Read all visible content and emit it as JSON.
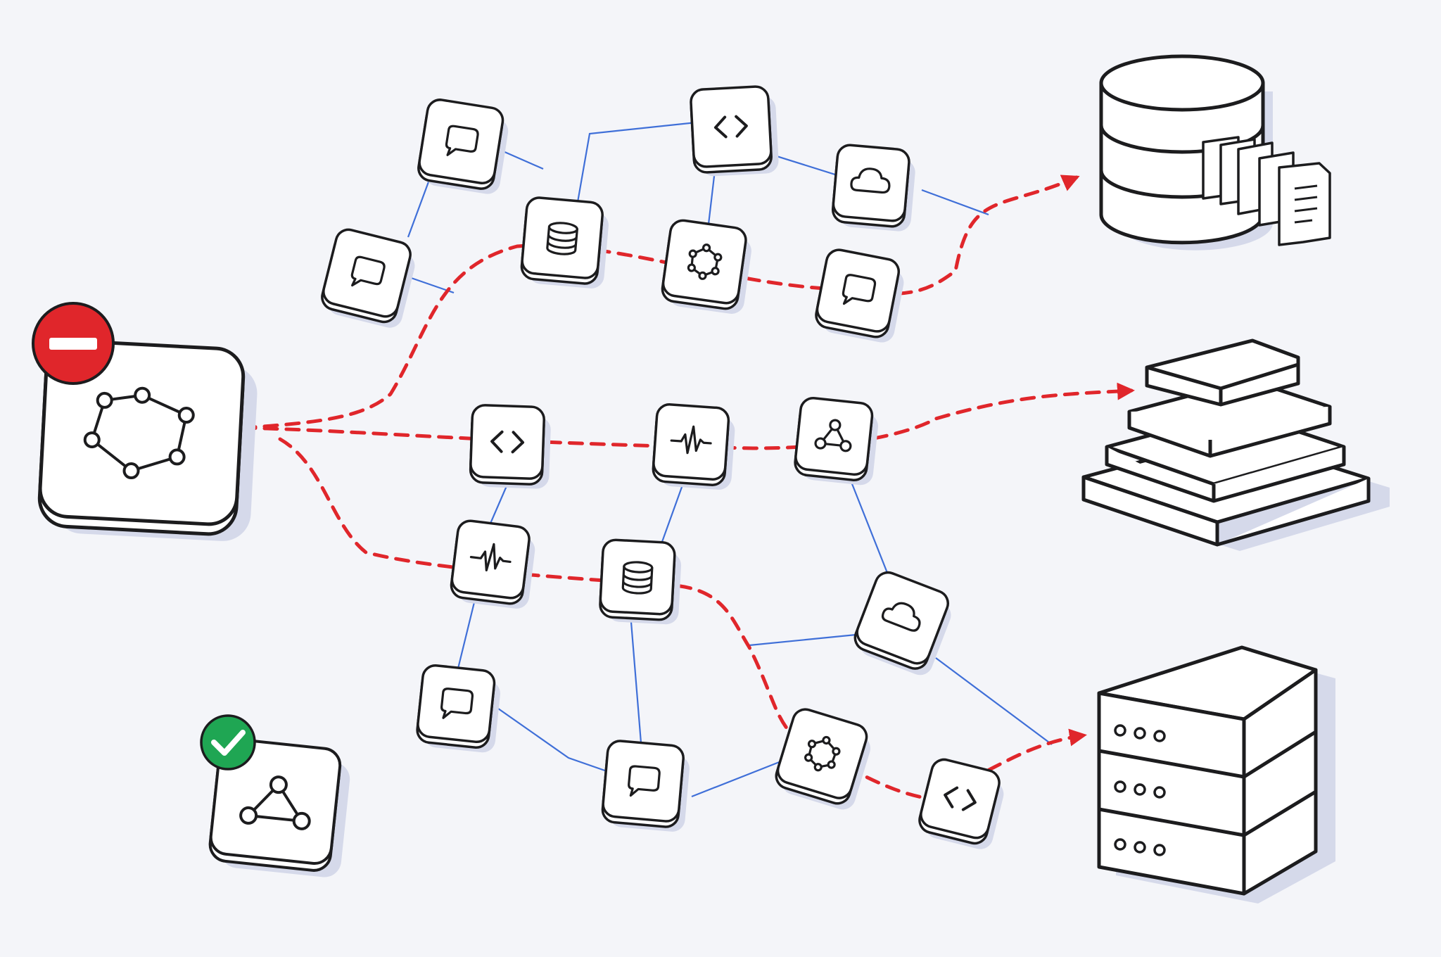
{
  "colors": {
    "background": "#f4f5f9",
    "tile_fill": "#ffffff",
    "outline": "#1c1c1e",
    "shadow": "#d5d9ea",
    "network_link": "#3f6fd8",
    "failure_path": "#e0262b",
    "error_badge": "#e0262b",
    "success_badge": "#1fa653"
  },
  "source_node": {
    "icon": "graph-icon",
    "status": "blocked",
    "badge_icon": "minus-icon"
  },
  "healthy_node": {
    "icon": "triangle-graph-icon",
    "status": "ok",
    "badge_icon": "check-icon"
  },
  "relay_nodes": [
    {
      "icon": "chat-icon"
    },
    {
      "icon": "chat-icon"
    },
    {
      "icon": "code-icon"
    },
    {
      "icon": "cloud-icon"
    },
    {
      "icon": "database-icon"
    },
    {
      "icon": "graph-icon"
    },
    {
      "icon": "chat-icon"
    },
    {
      "icon": "code-icon"
    },
    {
      "icon": "pulse-icon"
    },
    {
      "icon": "triangle-graph-icon"
    },
    {
      "icon": "pulse-icon"
    },
    {
      "icon": "database-icon"
    },
    {
      "icon": "cloud-icon"
    },
    {
      "icon": "chat-icon"
    },
    {
      "icon": "chat-icon"
    },
    {
      "icon": "graph-icon"
    },
    {
      "icon": "code-icon"
    }
  ],
  "destinations": [
    {
      "name": "database-with-documents",
      "icon": "database-icon"
    },
    {
      "name": "stacked-layers",
      "icon": "layers-icon"
    },
    {
      "name": "server-rack",
      "icon": "server-icon"
    }
  ],
  "paths": {
    "style": "dashed",
    "count": 3
  }
}
